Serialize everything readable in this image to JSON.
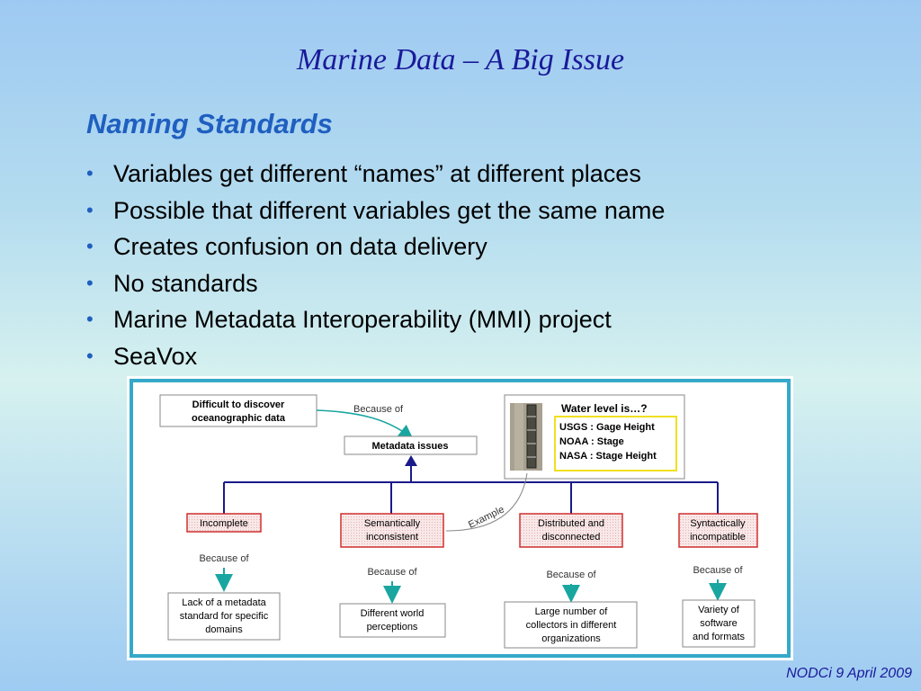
{
  "title": "Marine Data – A Big Issue",
  "subtitle": "Naming Standards",
  "bullets": [
    "Variables get different “names” at different places",
    "Possible that different variables get the same name",
    "Creates confusion on data delivery",
    "No standards",
    "Marine Metadata Interoperability (MMI) project",
    "SeaVox"
  ],
  "diagram": {
    "top_left_box": [
      "Difficult to discover",
      "oceanographic data"
    ],
    "because_of": "Because of",
    "metadata_issues": "Metadata issues",
    "water_title": "Water level is…?",
    "water_items": [
      "USGS : Gage Height",
      "NOAA : Stage",
      "NASA : Stage Height"
    ],
    "example": "Example",
    "categories": [
      {
        "label": [
          "Incomplete"
        ],
        "cause": [
          "Lack of a metadata",
          "standard for specific",
          "domains"
        ]
      },
      {
        "label": [
          "Semantically",
          "inconsistent"
        ],
        "cause": [
          "Different world",
          "perceptions"
        ]
      },
      {
        "label": [
          "Distributed and",
          "disconnected"
        ],
        "cause": [
          "Large number of",
          "collectors in different",
          "organizations"
        ]
      },
      {
        "label": [
          "Syntactically",
          "incompatible"
        ],
        "cause": [
          "Variety of",
          "software",
          "and formats"
        ]
      }
    ]
  },
  "footer": "NODCi 9 April 2009",
  "colors": {
    "title": "#1a1a9a",
    "subtitle": "#1f5fc0",
    "arrow_blue": "#1a1a8a",
    "arrow_teal": "#1aa6a0",
    "red_box": "#d03030",
    "yellow_box": "#f0e020",
    "diagram_border": "#35a9c9"
  }
}
